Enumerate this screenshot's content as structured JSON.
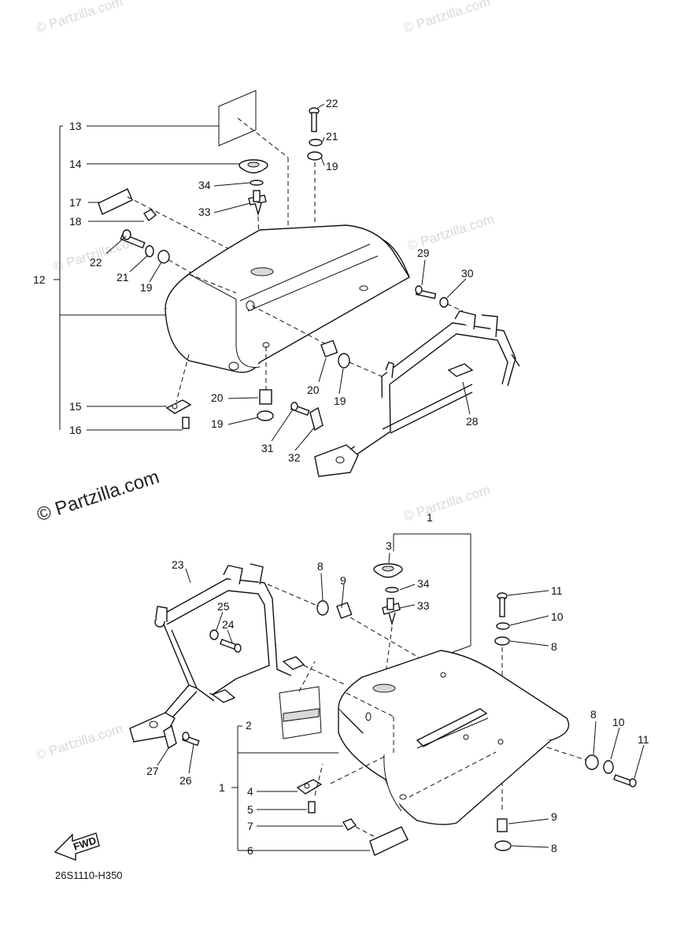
{
  "watermark": {
    "small": "© Partzilla.com",
    "main": "© Partzilla.com"
  },
  "diagram_code": "26S1110-H350",
  "fwd_label": "FWD",
  "callouts": {
    "c1": "1",
    "c1b": "1",
    "c2": "2",
    "c3": "3",
    "c4": "4",
    "c5": "5",
    "c6": "6",
    "c7": "7",
    "c8a": "8",
    "c8b": "8",
    "c8c": "8",
    "c8d": "8",
    "c9a": "9",
    "c9b": "9",
    "c10a": "10",
    "c10b": "10",
    "c11a": "11",
    "c11b": "11",
    "c12": "12",
    "c13": "13",
    "c14": "14",
    "c15": "15",
    "c16": "16",
    "c17": "17",
    "c18": "18",
    "c19a": "19",
    "c19b": "19",
    "c19c": "19",
    "c19d": "19",
    "c20a": "20",
    "c20b": "20",
    "c21a": "21",
    "c21b": "21",
    "c22a": "22",
    "c22b": "22",
    "c23": "23",
    "c24": "24",
    "c25": "25",
    "c26": "26",
    "c27": "27",
    "c28": "28",
    "c29": "29",
    "c30": "30",
    "c31": "31",
    "c32": "32",
    "c33a": "33",
    "c33b": "33",
    "c34a": "34",
    "c34b": "34"
  }
}
